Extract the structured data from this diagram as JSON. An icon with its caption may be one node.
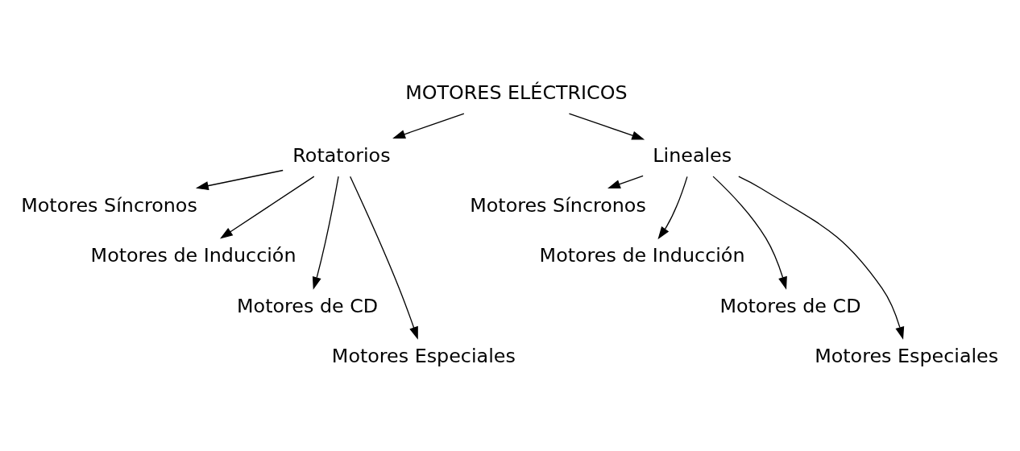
{
  "diagram": {
    "nodes": [
      {
        "text": [
          "MOTORES ELÉCTRICOS"
        ]
      },
      {
        "text": [
          "Rotatorios"
        ]
      },
      {
        "text": [
          "Lineales"
        ]
      },
      {
        "text": [
          "Motores Síncronos"
        ]
      },
      {
        "text": [
          "Motores de Inducción"
        ]
      },
      {
        "text": [
          "Motores de CD"
        ]
      },
      {
        "text": [
          "Motores Especiales"
        ]
      },
      {
        "text": [
          "Motores Síncronos"
        ]
      },
      {
        "text": [
          "Motores de Inducción"
        ]
      },
      {
        "text": [
          "Motores de CD"
        ]
      },
      {
        "text": [
          "Motores Especiales"
        ]
      }
    ],
    "edges": [
      {
        "from": 0,
        "to": 1,
        "arrow": "to"
      },
      {
        "from": 0,
        "to": 2,
        "arrow": "to"
      },
      {
        "from": 1,
        "to": 3,
        "arrow": "to"
      },
      {
        "from": 1,
        "to": 4,
        "arrow": "to"
      },
      {
        "from": 1,
        "to": 5,
        "arrow": "to"
      },
      {
        "from": 1,
        "to": 6,
        "arrow": "to"
      },
      {
        "from": 2,
        "to": 7,
        "arrow": "to"
      },
      {
        "from": 2,
        "to": 8,
        "arrow": "to"
      },
      {
        "from": 2,
        "to": 9,
        "arrow": "to"
      },
      {
        "from": 2,
        "to": 10,
        "arrow": "to"
      }
    ]
  }
}
